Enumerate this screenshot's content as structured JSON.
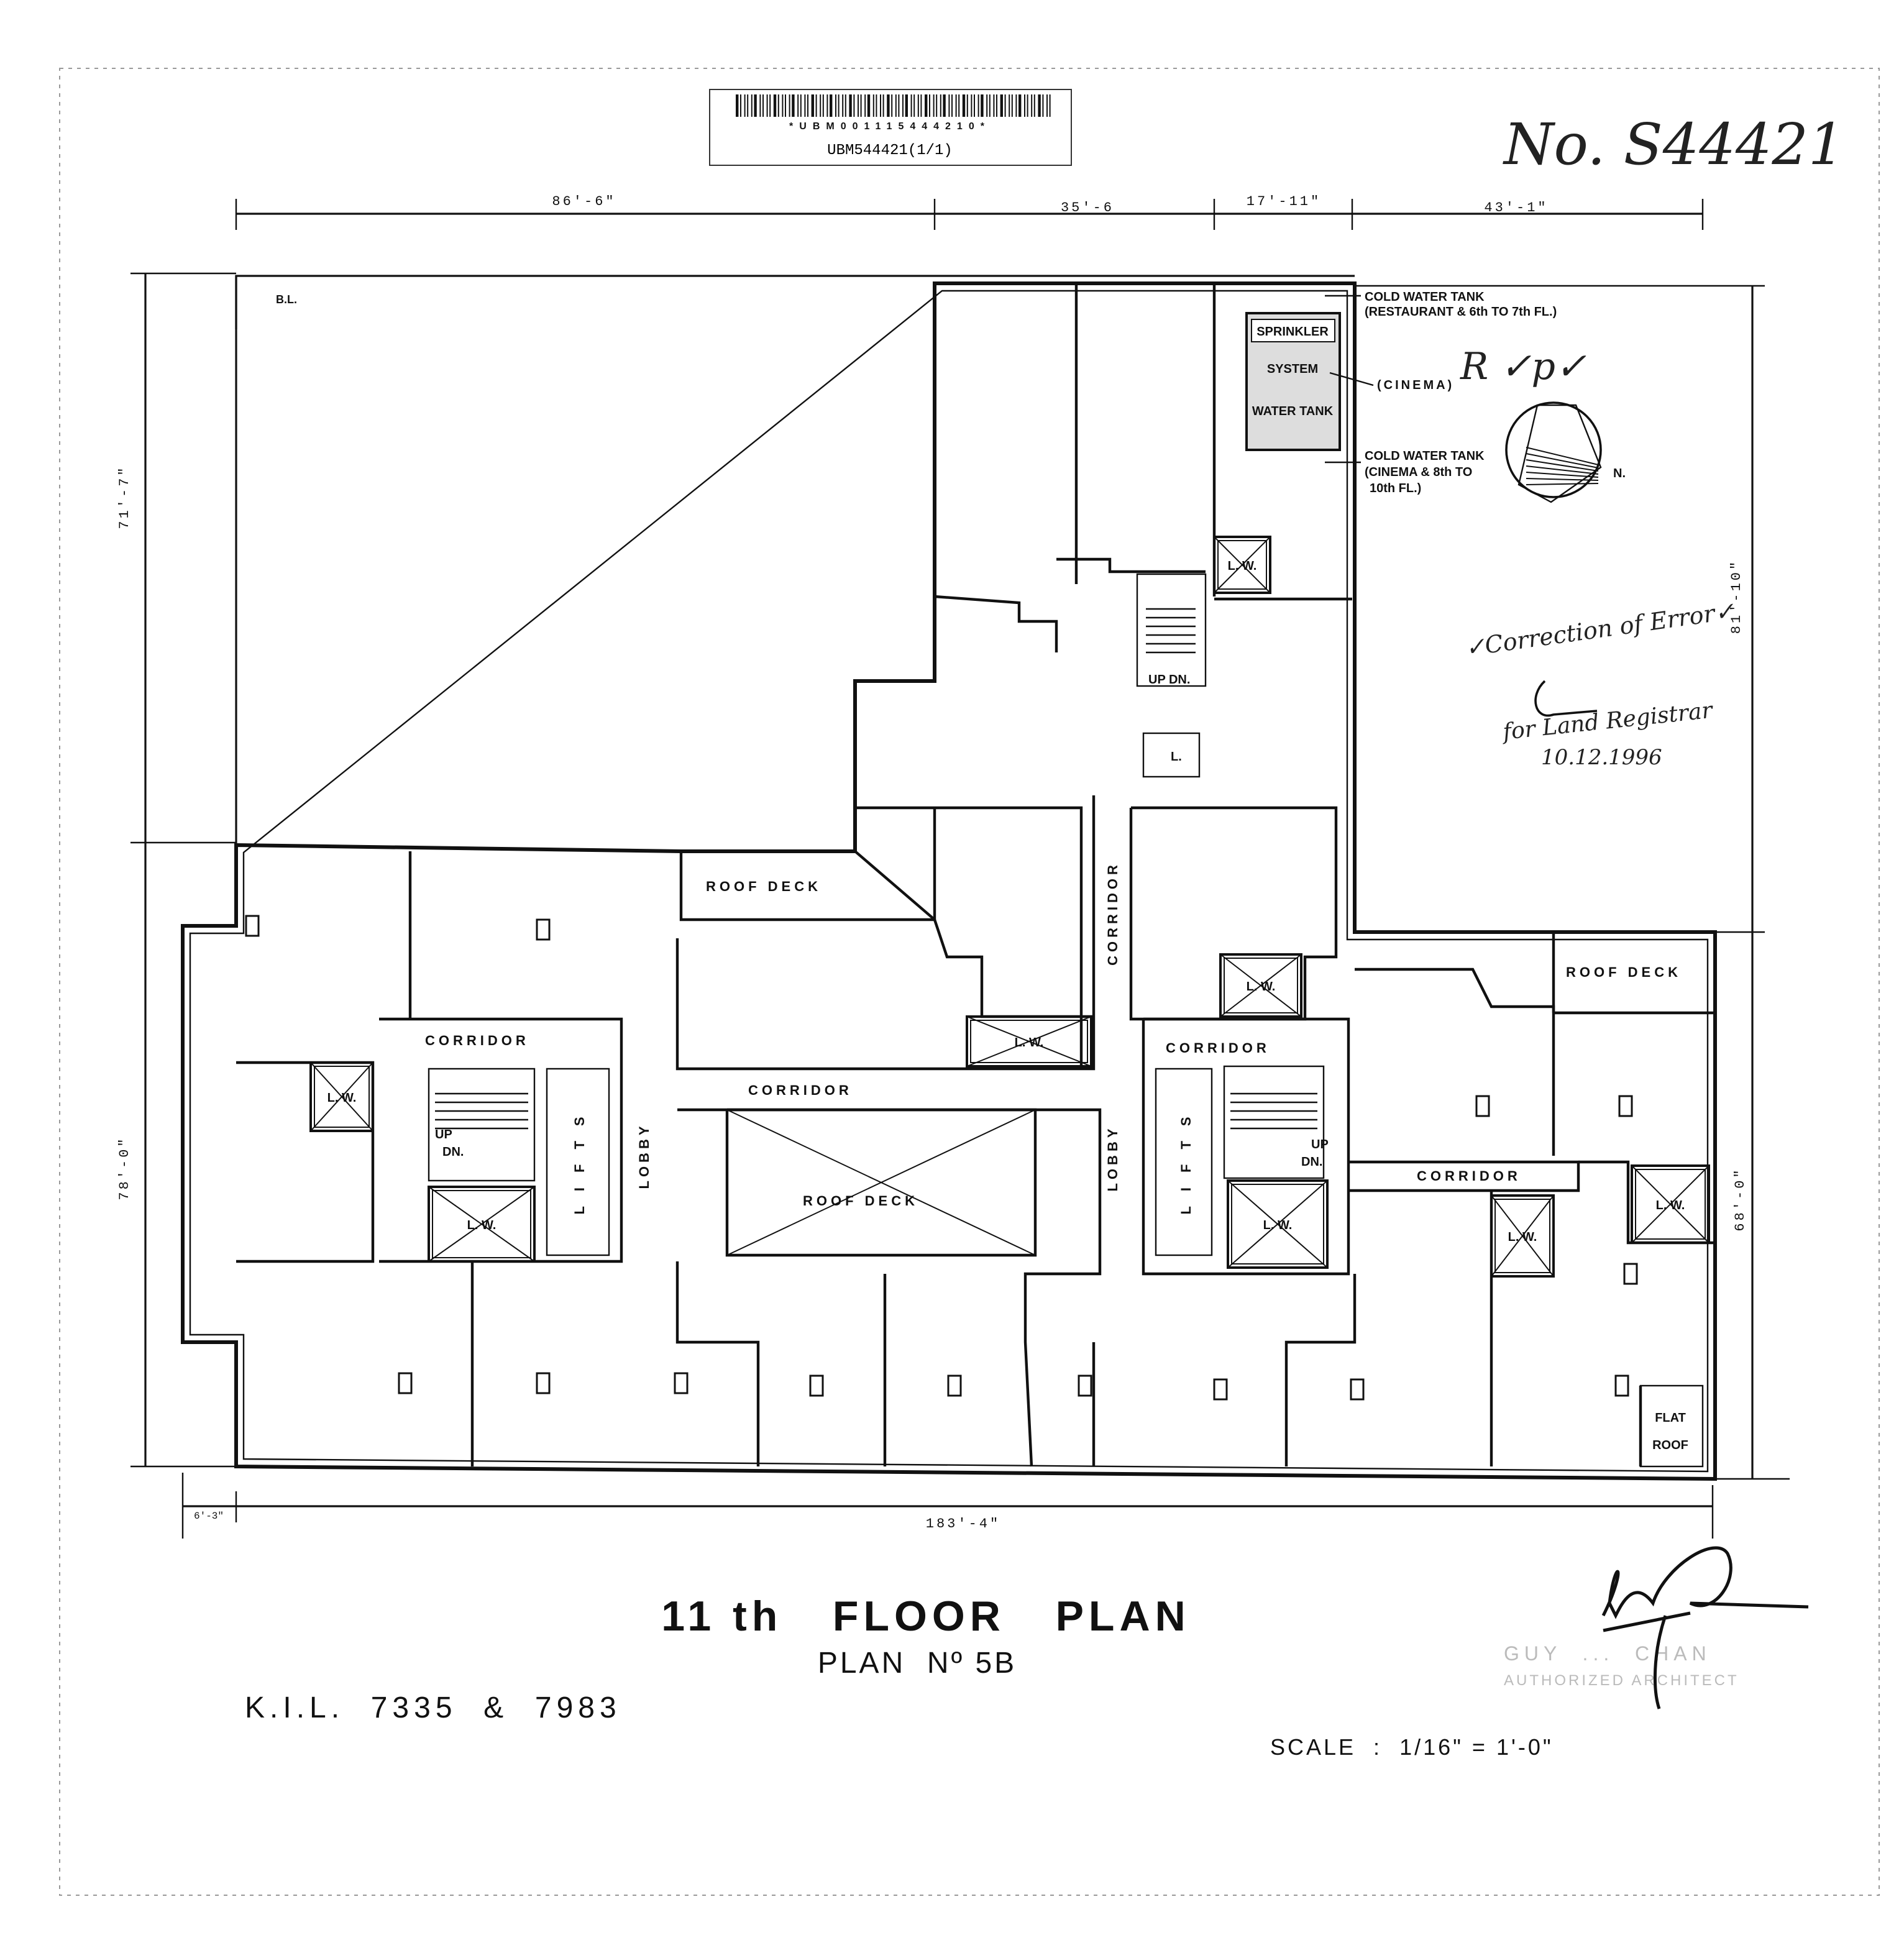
{
  "barcode": {
    "code": "*UBM001115444210*",
    "label": "UBM544421(1/1)"
  },
  "handwritten_number": "No. S44421",
  "dimensions": {
    "top": [
      "86'-6\"",
      "35'-6",
      "17'-11\"",
      "43'-1\""
    ],
    "left": [
      "71'-7\"",
      "78'-0\""
    ],
    "right": [
      "81'-10\"",
      "68'-0\""
    ],
    "bottom": [
      "6'-3\"",
      "183'-4\""
    ],
    "boundary_mark": "B.L."
  },
  "tank_notes": {
    "cold_tank_1": [
      "COLD WATER TANK",
      "(RESTAURANT & 6th TO 7th FL.)"
    ],
    "sprinkler": [
      "SPRINKLER",
      "SYSTEM",
      "WATER TANK"
    ],
    "cinema": "(CINEMA)",
    "cold_tank_2": [
      "COLD WATER TANK",
      "(CINEMA & 8th TO",
      "10th FL.)"
    ],
    "initials": "R ✓p✓"
  },
  "compass": {
    "north": "N."
  },
  "labels": {
    "roof_deck": "ROOF DECK",
    "corridor": "CORRIDOR",
    "lobby": "LOBBY",
    "lifts": "LIFTS",
    "lw": "L.  W.",
    "up_dn_1": "UP",
    "up_dn_2": "DN.",
    "up_dn_inline": "UP DN.",
    "lift_l": "L.",
    "flat": "FLAT",
    "roof": "ROOF"
  },
  "annotation": {
    "line1": "✓Correction of Error✓",
    "line2": "for Land Registrar",
    "date": "10.12.1996"
  },
  "title": {
    "main": "11 th   FLOOR   PLAN",
    "plan_no": "PLAN  Nº 5B",
    "lot": "K.I.L.  7335  &  7983",
    "scale": "SCALE  :  1/16\" = 1'-0\""
  },
  "stamp": {
    "line1": "GUY  ...  CHAN",
    "line2": "AUTHORIZED ARCHITECT"
  }
}
